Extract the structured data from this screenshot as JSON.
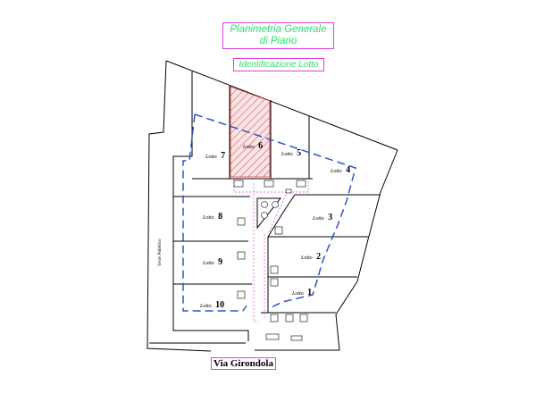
{
  "header": {
    "title_line1": "Planimetria Generale",
    "title_line2": "di Piano",
    "subtitle": "Identificazione Lotto"
  },
  "street": {
    "name": "Via Girondola"
  },
  "green_area": {
    "label": "Verde Pubblico"
  },
  "lots": [
    {
      "word": "Lotto",
      "number": "1"
    },
    {
      "word": "Lotto",
      "number": "2"
    },
    {
      "word": "Lotto",
      "number": "3"
    },
    {
      "word": "Lotto",
      "number": "4"
    },
    {
      "word": "Lotto",
      "number": "5"
    },
    {
      "word": "Lotto",
      "number": "6"
    },
    {
      "word": "Lotto",
      "number": "7"
    },
    {
      "word": "Lotto",
      "number": "8"
    },
    {
      "word": "Lotto",
      "number": "9"
    },
    {
      "word": "Lotto",
      "number": "10"
    }
  ],
  "highlighted_lot": "6",
  "colors": {
    "title_text": "#2ee06e",
    "title_border": "#e040e0",
    "boundary_dash": "#2d55c8",
    "hatch": "#d84040",
    "outline": "#000000"
  }
}
